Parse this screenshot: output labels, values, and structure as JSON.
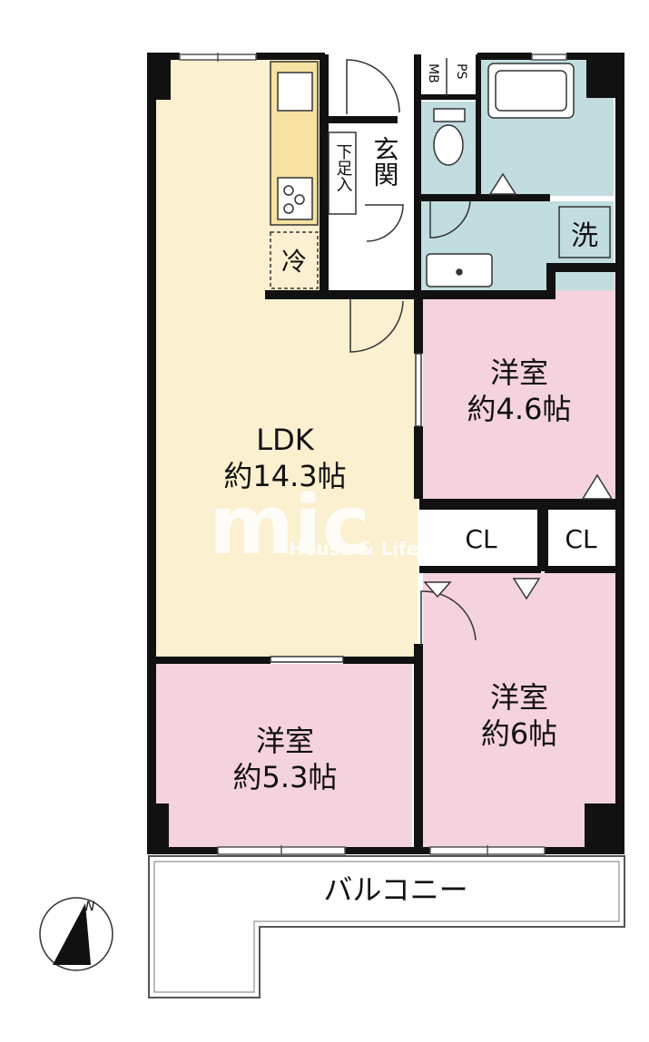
{
  "rooms": {
    "ldk": {
      "name": "LDK",
      "size": "約14.3帖",
      "color": "#fbf0cf"
    },
    "western_1": {
      "name": "洋室",
      "size": "約4.6帖",
      "color": "#f4d2de"
    },
    "western_2": {
      "name": "洋室",
      "size": "約6帖",
      "color": "#f4d2de"
    },
    "western_3": {
      "name": "洋室",
      "size": "約5.3帖",
      "color": "#f4d2de"
    },
    "wet_area_color": "#c2dde0"
  },
  "labels": {
    "entrance": "玄関",
    "shoe_box": "下足入",
    "refrigerator": "冷",
    "washer": "洗",
    "closet_1": "CL",
    "closet_2": "CL",
    "meter_box": "MB",
    "pipe_space": "PS",
    "balcony": "バルコニー"
  },
  "compass": {
    "label": "N"
  },
  "watermark": {
    "logo": "mic",
    "tagline": "House & Life"
  }
}
